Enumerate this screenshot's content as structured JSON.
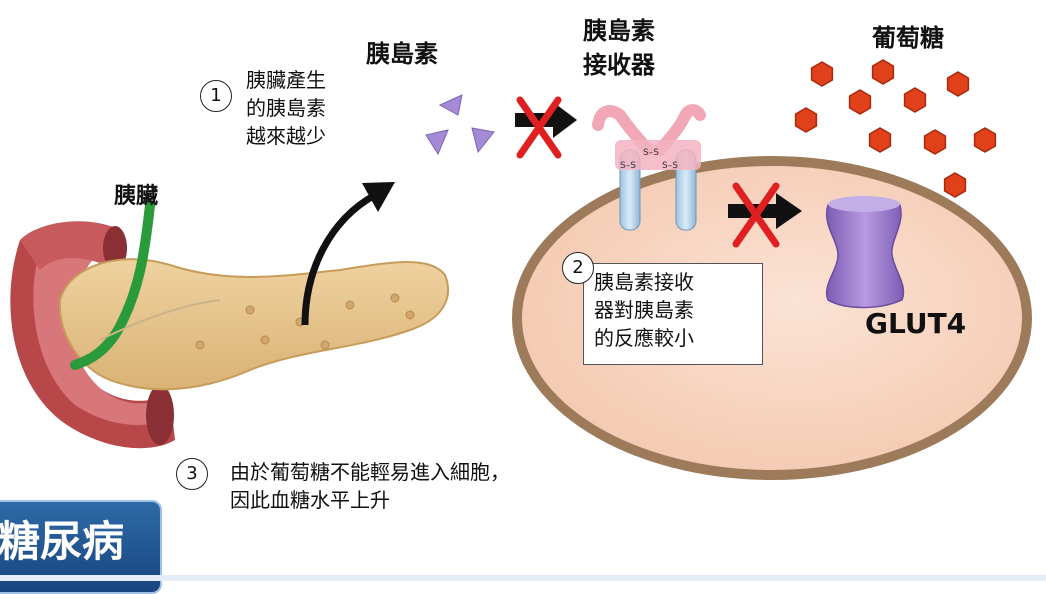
{
  "labels": {
    "insulin": "胰島素",
    "receptor_line1": "胰島素",
    "receptor_line2": "接收器",
    "glucose": "葡萄糖",
    "pancreas": "胰臟",
    "glut4": "GLUT4",
    "bond": "S–S"
  },
  "steps": [
    {
      "num": "1",
      "lines": [
        "胰臟產生",
        "的胰島素",
        "越來越少"
      ]
    },
    {
      "num": "2",
      "lines": [
        "胰島素接收",
        "器對胰島素",
        "的反應較小"
      ]
    },
    {
      "num": "3",
      "lines": [
        "由於葡萄糖不能輕易進入細胞，",
        "因此血糖水平上升"
      ]
    }
  ],
  "banner": {
    "title": "糖尿病"
  },
  "colors": {
    "cell_fill": "#f9d9c6",
    "cell_border": "#9c7a5a",
    "insulin": "#a58bd6",
    "glucose": "#e0401a",
    "glut4": "#9a78c8",
    "cross": "#e02020",
    "banner": "#1f558f"
  }
}
